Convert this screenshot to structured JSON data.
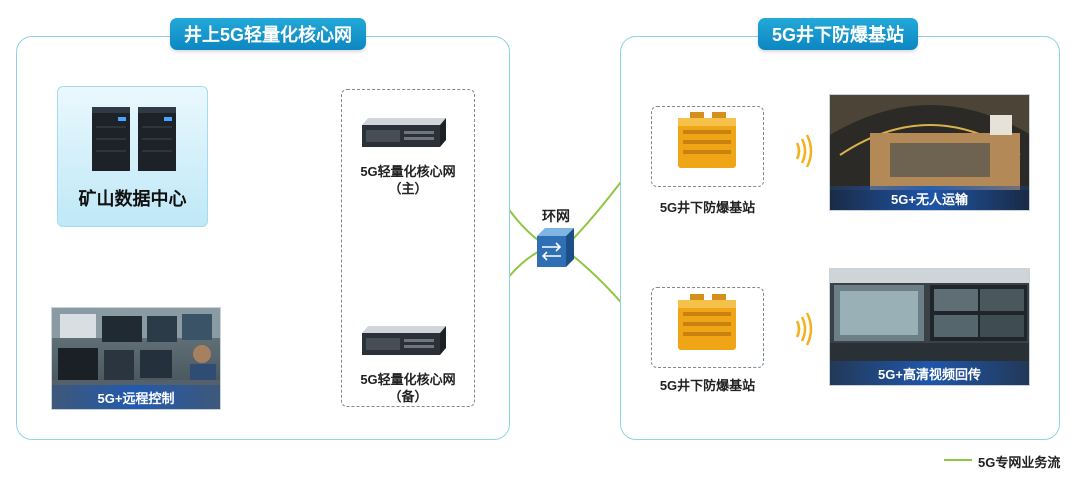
{
  "left_panel": {
    "title": "井上5G轻量化核心网"
  },
  "right_panel": {
    "title": "5G井下防爆基站"
  },
  "nodes": {
    "data_center": "矿山数据中心",
    "core_main_line1": "5G轻量化核心网",
    "core_main_line2": "（主）",
    "core_backup_line1": "5G轻量化核心网",
    "core_backup_line2": "（备）",
    "ring_network": "环网",
    "base_station_top": "5G井下防爆基站",
    "base_station_bottom": "5G井下防爆基站"
  },
  "applications": {
    "remote_control": "5G+远程控制",
    "unmanned_transport": "5G+无人运输",
    "hd_video": "5G+高清视频回传"
  },
  "legend": {
    "label": "5G专网业务流",
    "color": "#8dc63f"
  },
  "colors": {
    "accent": "#0d86c2",
    "panel_border": "#8fd3e4",
    "link": "#8dc63f"
  }
}
